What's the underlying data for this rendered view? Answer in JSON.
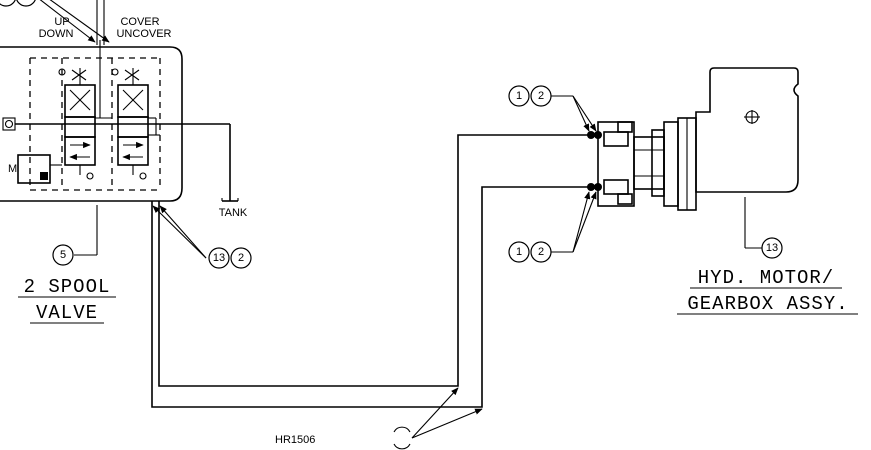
{
  "labels": {
    "up": "UP",
    "down": "DOWN",
    "cover": "COVER",
    "uncover": "UNCOVER",
    "tank": "TANK",
    "valve_line1": "2 SPOOL",
    "valve_line2": "VALVE",
    "motor_line1": "HYD. MOTOR/",
    "motor_line2": "GEARBOX ASSY.",
    "drawing_code": "HR1506"
  },
  "callouts": {
    "valve_item": "5",
    "valve_hose_a": "13",
    "valve_hose_b": "2",
    "motor_fit_top_a": "1",
    "motor_fit_top_b": "2",
    "motor_fit_bot_a": "1",
    "motor_fit_bot_b": "2",
    "motor_item": "13"
  },
  "icons": [
    "motor-valve-symbol"
  ]
}
